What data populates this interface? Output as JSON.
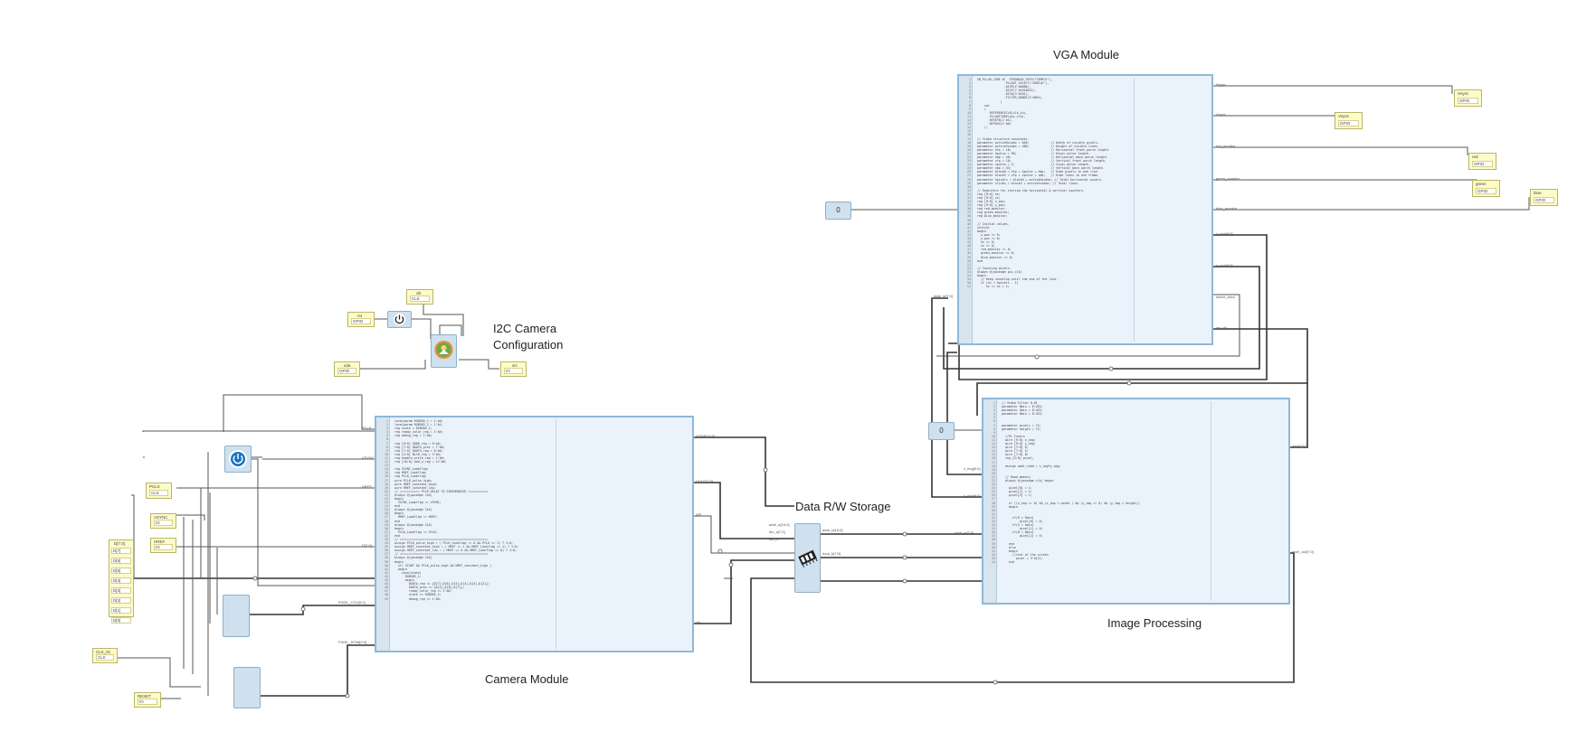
{
  "titles": {
    "vga": "VGA Module",
    "i2c_line1": "I2C Camera",
    "i2c_line2": "Configuration",
    "data": "Data R/W Storage",
    "image": "Image Processing",
    "camera": "Camera Module"
  },
  "vga_outputs": [
    {
      "label": "Hsync",
      "value": "GPIO"
    },
    {
      "label": "Vsync",
      "value": "GPIO"
    },
    {
      "label": "red",
      "value": "GPIO"
    },
    {
      "label": "green",
      "value": "GPIO"
    },
    {
      "label": "blue",
      "value": "GPIO"
    }
  ],
  "i2c_inputs": [
    {
      "label": "clk",
      "value": "CLK"
    },
    {
      "label": "rst",
      "value": "GPIO"
    },
    {
      "label": "sda",
      "value": "GPIO"
    },
    {
      "label": "scl",
      "value": "IO"
    }
  ],
  "cam_inputs": [
    {
      "label": "PCLK",
      "value": "CLK"
    },
    {
      "label": "VSYNC",
      "value": "IO"
    },
    {
      "label": "HREF",
      "value": "IO"
    },
    {
      "label": "D[7:0]",
      "value": "IO"
    },
    {
      "label": "CLK_IN",
      "value": "CLK"
    },
    {
      "label": "RESET",
      "value": "IO"
    }
  ],
  "cam_data_pins": [
    "D[7]",
    "D[6]",
    "D[5]",
    "D[4]",
    "D[3]",
    "D[2]",
    "D[1]",
    "D[0]"
  ],
  "zero_boxes": [
    "0",
    "0"
  ],
  "port_labels": {
    "vga_hsync": "Hsync",
    "vga_vsync": "Vsync",
    "vga_red": "red_monitor",
    "vga_green": "green_monitor",
    "vga_blue": "blue_monitor",
    "vga_xa": "x_pos[9:0]",
    "vga_ya": "y_pos[9:0]",
    "vga_data": "data_in[7:0]",
    "vga_active": "active_area",
    "vga_en": "pix_clk",
    "cam_addr": "ADDR[16:0]",
    "cam_dout": "DOUT[7:0]",
    "cam_we": "WE",
    "cam_pclk": "PCLK",
    "cam_vsync": "VSYNC",
    "cam_href": "HREF",
    "cam_d": "D[7:0]",
    "cam_pixcol": "PIXEL_COL[9:0]",
    "cam_pixrow": "PIXEL_ROW[9:0]",
    "ram_addr_a": "addr_a[16:0]",
    "ram_din": "din_a[7:0]",
    "ram_we": "we_a",
    "ram_addr_b": "addr_b[16:0]",
    "ram_dout_b": "dout_b[7:0]",
    "ram_clk": "clk",
    "ip_pix": "pixel_in[7:0]",
    "ip_x": "x_img[9:0]",
    "ip_y": "y_img[9:0]",
    "ip_addr": "addr[16:0]",
    "ip_out": "pixel_out[7:0]",
    "ip_clk": "clk",
    "ip_rst": "rst"
  },
  "vga_code": "  SB_PLL40_CORE #( .FEEDBACK_PATH(\"SIMPLE\"),\n                 .PLLOUT_SELECT(\"GENCLK\"),\n                 .DIVR(4'b0000),\n                 .DIVF(7'b1010011),\n                 .DIVQ(3'b101),\n                 .FILTER_RANGE(3'b001)\n               )\n      uut\n      (\n        .REFERENCECLK(clk_in),\n        .PLLOUTCORE(pix_clk),\n        .RESETB(1'b1),\n        .BYPASS(1'b0)\n      );\n\n\n  // Video structure constants.\n  parameter activeHvideo = 640;            // Width of visible pixels.\n  parameter activeVvideo = 480;            // Height of visible lines.\n  parameter hfp = 16;                      // Horizontal front porch length.\n  parameter hpulse = 96;                   // Hsync pulse length.\n  parameter hbp = 48;                      // Horizontal back porch length.\n  parameter vfp = 10;                      // Vertical front porch length.\n  parameter vpulse = 2;                    // Vsync pulse length.\n  parameter vbp = 33;                      // Vertical back porch length.\n  parameter blackH = hfp + hpulse + hbp;   // Hide pixels in one line.\n  parameter blackV = vfp + vpulse + vbp;   // Hide lines in one frame.\n  parameter hpixels = blackH + activeHvideo; // Total horizontal pixels.\n  parameter vlines = blackV + activeVvideo; // Total lines.\n\n  // Registers for storing the horizontal & vertical counters.\n  reg [9:0] hc;\n  reg [9:0] vc;\n  reg [9:0] x_pos;\n  reg [9:0] y_pos;\n  reg red_monitor;\n  reg green_monitor;\n  reg blue_monitor;\n\n  // Initial values.\n  initial\n  begin\n    x_pos <= 0;\n    y_pos <= 0;\n    hc <= 0;\n    vc <= 0;\n    red_monitor <= 0;\n    green_monitor <= 0;\n    blue_monitor <= 0;\n  end\n\n  // Counting pixels.\n  always @(posedge pix_clk)\n  begin\n    // Keep counting until the end of the line.\n    if (hc < hpixels - 1)\n       hc <= hc + 1;",
  "ip_code": "  // Video Filter 0-01\n  parameter Bmin = 8'd25;\n  parameter Gmin = 8'd25;\n  parameter Rmin = 8'd25;\n\n\n  parameter pixels = 72;\n  parameter heigth = 72;\n\n    //Pi Inners\n    wire [9:0] x_img;\n    wire [9:0] y_img;\n    wire [7:0] R;\n    wire [7:0] G;\n    wire [7:0] B;\n    reg [2:0] pixel;\n\n    assign addr_read = x_img*y_img;\n\n\n    // Read memory\n    always @(posedge clk) begin\n\n      pixel[0] = 1;\n      pixel[1] = 1;\n      pixel[2] = 1;\n\n      if ((x_img >= 0) && (x_img < width ) && (y_img >= 0) && (y_img < height))\n      begin\n\n\n        if(R > Rmin)\n            pixel[0] = 0;\n        if(G > Gmin)\n            pixel[1] = 0;\n        if(B > Bmin)\n            pixel[2] = 0;\n\n      end\n      else\n      begin\n        //rest of the screen\n          pixel = 3'b111;\n      end",
  "cam_code": "  localparam RGB565_1 = 1'b0;\n  localparam RGB565_2 = 1'b1;\n  reg state = RGB565_1;\n  reg ready_color_reg = 1'b0;\n  reg debug_reg = 1'b0;\n\n  reg [9:0] ADDR_reg = 0'b0;\n  reg [7:0] DOUTA_prev = 7'b0;\n  reg [7:0] DOUTA_reg = 8'b0;\n  reg [3:0] Bit0_reg = 3'b0;\n  reg enable_write_reg = 1'b0;\n  reg [16:0] add_w_reg = 12'b0;\n\n  reg VSYNC_Lookflag;\n  reg HREF_Lookflag;\n  reg PCLK_Lookflag;\n  wire PCLK_pulse_high;\n  wire HREF_constant_high;\n  wire HREF_constant_low;\n  // =========== PCLK DELAY TO SYNCHRONIZE ===========\n  always @(posedge CLK)\n  begin\n    VSYNC_Lookflag <= VSYNC;\n  end\n  always @(posedge CLK)\n  begin\n    HREF_Lookflag <= HREF;\n  end\n  always @(posedge CLK)\n  begin\n    PCLK_Lookflag <= PCLK;\n  end\n  // =================================================\n  assign PCLK_pulse_high = ( PCLK_Lookflag == 0 && PCLK == 1) ? 1:0;\n  assign HREF_constant_high = ( HREF == 1 && HREF_Lookflag == 1) ? 1:0;\n  assign HREF_constant_low = ( HREF == 0 && HREF_Lookflag == 0) ? 1:0;\n  // =================================================\n  always @(posedge CLK)\n  begin\n    if( START && PCLK_pulse_high && HREF_constant_high )\n    begin\n      case(state)\n        RGB565_1:\n        begin\n          DOUTA_reg <= {D[7],D[6],D[5],D[4],D[3],D[2]};\n          DOUTA_prev <= {D[1],D[0],D[7]};\n          ready_color_reg <= 1'b0;\n          state <= RGB565_2;\n          debug_reg <= 1'b0;"
}
